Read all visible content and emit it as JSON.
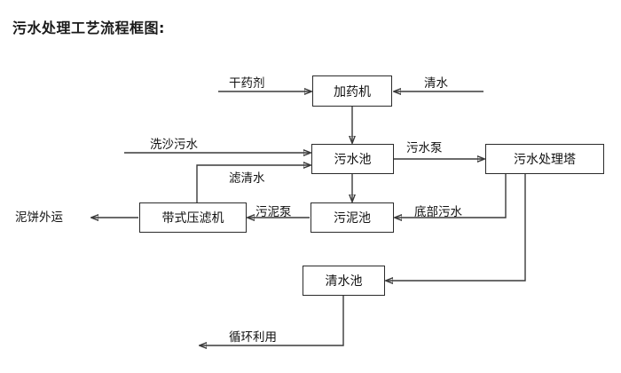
{
  "title": "污水处理工艺流程框图:",
  "diagram": {
    "type": "flowchart",
    "nodes": [
      {
        "id": "dosing-machine",
        "label": "加药机"
      },
      {
        "id": "sewage-pool",
        "label": "污水池"
      },
      {
        "id": "treatment-tower",
        "label": "污水处理塔"
      },
      {
        "id": "belt-filter-press",
        "label": "带式压滤机"
      },
      {
        "id": "sludge-pool",
        "label": "污泥池"
      },
      {
        "id": "clear-water-pool",
        "label": "清水池"
      }
    ],
    "edge_labels": [
      {
        "id": "dry-agent",
        "label": "干药剂"
      },
      {
        "id": "clean-water",
        "label": "清水"
      },
      {
        "id": "sand-washing-sewage",
        "label": "洗沙污水"
      },
      {
        "id": "filtered-clear-water",
        "label": "滤清水"
      },
      {
        "id": "sewage-pump",
        "label": "污水泵"
      },
      {
        "id": "mud-cake-transport",
        "label": "泥饼外运"
      },
      {
        "id": "sludge-pump",
        "label": "污泥泵"
      },
      {
        "id": "bottom-sewage",
        "label": "底部污水"
      },
      {
        "id": "recycle-reuse",
        "label": "循环利用"
      }
    ],
    "edges": [
      {
        "from": "dry-agent",
        "to": "dosing-machine",
        "label": "干药剂"
      },
      {
        "from": "clean-water",
        "to": "dosing-machine",
        "label": "清水"
      },
      {
        "from": "dosing-machine",
        "to": "sewage-pool",
        "label": ""
      },
      {
        "from": "sand-washing-sewage",
        "to": "sewage-pool",
        "label": "洗沙污水"
      },
      {
        "from": "belt-filter-press",
        "to": "sewage-pool",
        "label": "滤清水"
      },
      {
        "from": "sewage-pool",
        "to": "treatment-tower",
        "label": "污水泵"
      },
      {
        "from": "sewage-pool",
        "to": "sludge-pool",
        "label": ""
      },
      {
        "from": "sludge-pool",
        "to": "belt-filter-press",
        "label": "污泥泵"
      },
      {
        "from": "belt-filter-press",
        "to": "mud-cake-transport",
        "label": "泥饼外运"
      },
      {
        "from": "treatment-tower",
        "to": "sludge-pool",
        "label": "底部污水"
      },
      {
        "from": "treatment-tower",
        "to": "clear-water-pool",
        "label": ""
      },
      {
        "from": "clear-water-pool",
        "to": "recycle-reuse",
        "label": "循环利用"
      }
    ],
    "colors": {
      "line": "#3a3a3a",
      "box_border": "#2b2b2b",
      "text": "#111111",
      "background": "#ffffff"
    }
  }
}
